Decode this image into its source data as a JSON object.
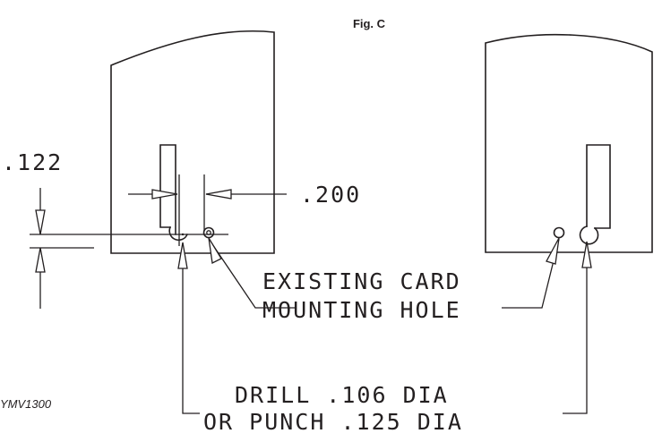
{
  "figure_title": "Fig. C",
  "dimensions": {
    "vertical": ".122",
    "horizontal": ".200"
  },
  "callouts": {
    "existing_line1": "EXISTING CARD",
    "existing_line2": "MOUNTING HOLE",
    "drill_line1": "DRILL .106 DIA",
    "drill_line2": "OR PUNCH .125 DIA"
  },
  "reference_code": "YMV1300",
  "colors": {
    "ink": "#231f20",
    "background": "#ffffff"
  }
}
